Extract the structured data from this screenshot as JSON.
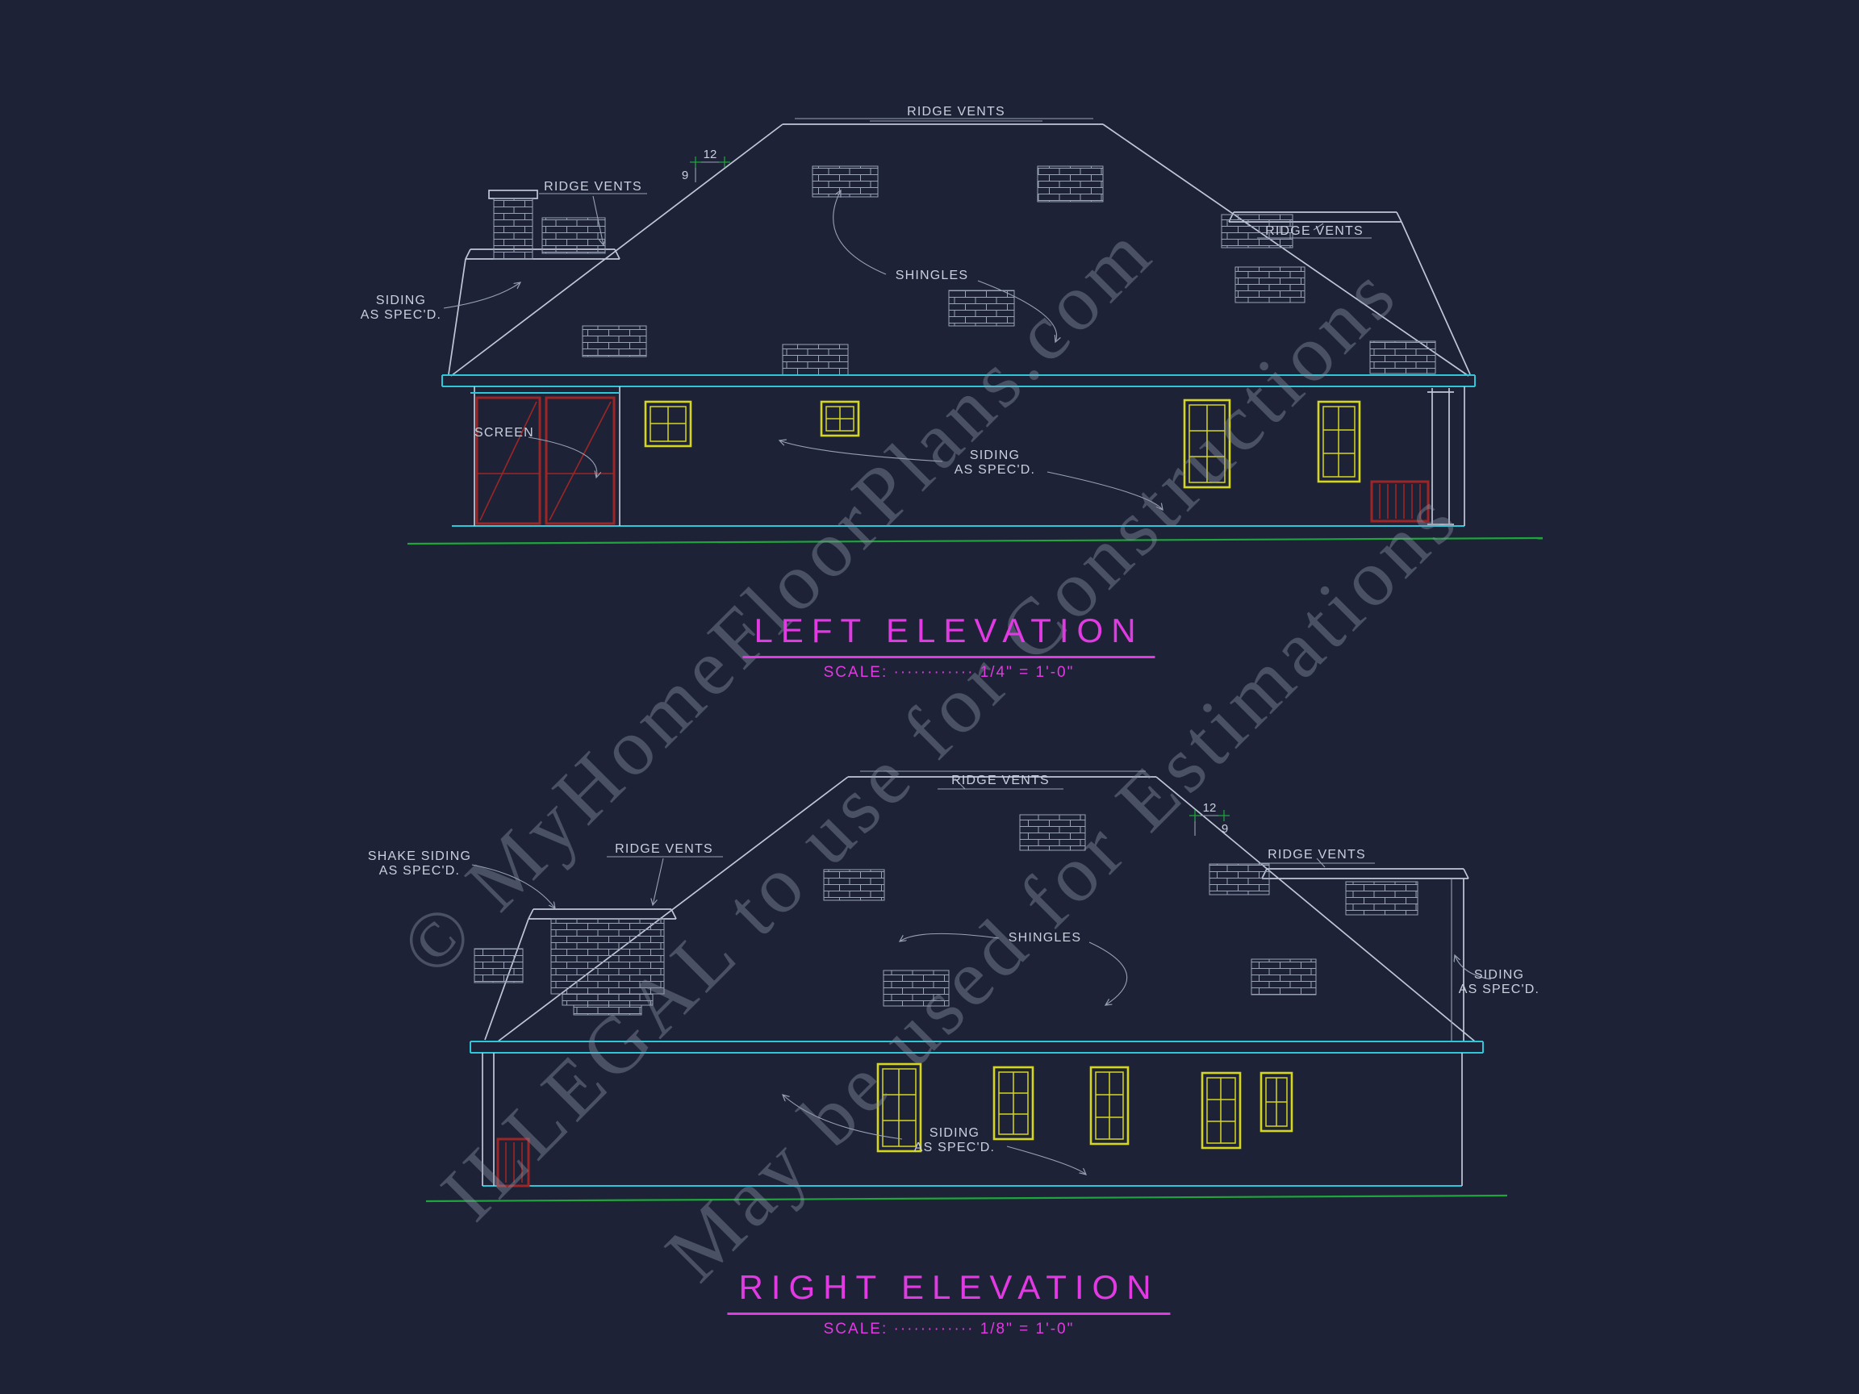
{
  "colors": {
    "background": "#1d2236",
    "line": "#c0c7d6",
    "accent-cyan": "#2fc6d8",
    "window-yellow": "#d6d61e",
    "door-red": "#9c2626",
    "ground-green": "#1ea63c",
    "title-magenta": "#e23ae2",
    "watermark": "#9097ac"
  },
  "watermark": {
    "line1": "© MyHomeFloorPlans.com",
    "line2": "ILLEGAL to use for Constructions",
    "line3": "May be used for Estimations"
  },
  "left_elevation": {
    "title": "LEFT ELEVATION",
    "scale": "SCALE: ············ 1/4\" = 1'-0\"",
    "labels": {
      "ridge_vents": "RIDGE VENTS",
      "shingles": "SHINGLES",
      "siding_1": "SIDING",
      "siding_2": "AS SPEC'D.",
      "screen": "SCREEN",
      "pitch_rise": "12",
      "pitch_run": "9"
    }
  },
  "right_elevation": {
    "title": "RIGHT ELEVATION",
    "scale": "SCALE: ············ 1/8\" = 1'-0\"",
    "labels": {
      "ridge_vents": "RIDGE VENTS",
      "shingles": "SHINGLES",
      "shake_siding_1": "SHAKE SIDING",
      "shake_siding_2": "AS SPEC'D.",
      "siding_1": "SIDING",
      "siding_2": "AS SPEC'D.",
      "pitch_rise": "12",
      "pitch_run": "9"
    }
  }
}
